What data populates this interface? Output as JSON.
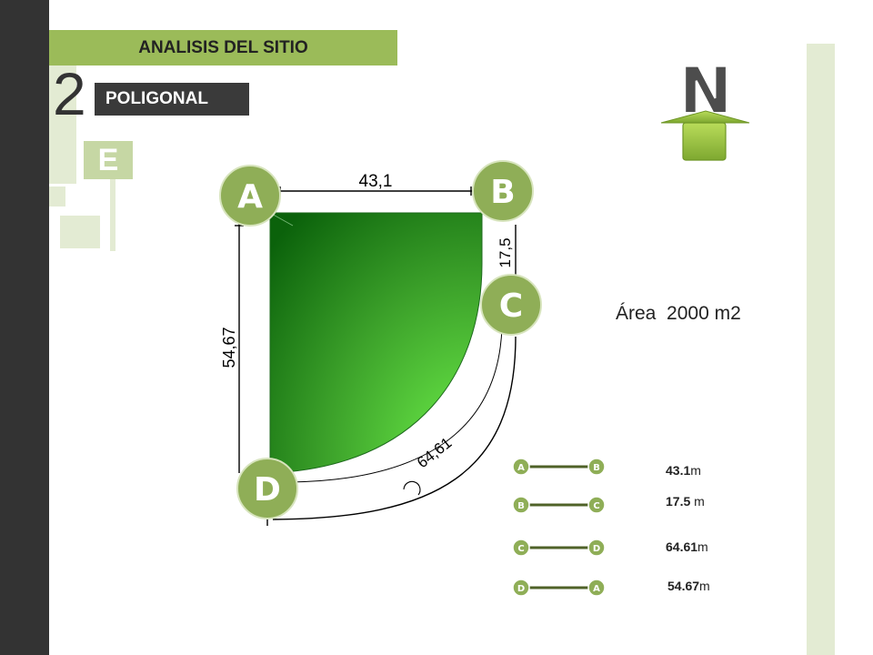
{
  "header": {
    "title": "ANALISIS DEL SITIO",
    "number": "2",
    "subtitle": "POLIGONAL"
  },
  "sidebar": {
    "letter": "E"
  },
  "compass": {
    "letter": "N",
    "icon": "north-arrow-icon"
  },
  "vertices": {
    "a": "A",
    "b": "B",
    "c": "C",
    "d": "D"
  },
  "dimensions": {
    "ab": "43,1",
    "bc": "17,5",
    "cd": "64,61",
    "da": "54,67"
  },
  "area": {
    "label": "Área  2000 m2"
  },
  "legend": [
    {
      "from": "A",
      "to": "B",
      "value": "43.1",
      "unit": "m"
    },
    {
      "from": "B",
      "to": "C",
      "value": "17.5",
      "unit": " m"
    },
    {
      "from": "C",
      "to": "D",
      "value": "64.61",
      "unit": "m"
    },
    {
      "from": "D",
      "to": "A",
      "value": "54.67",
      "unit": "m"
    }
  ],
  "colors": {
    "accent": "#9bbb59",
    "vertex": "#8fae57",
    "plot_dark": "#0d6b0d",
    "plot_light": "#6ef04a",
    "arrow": "#9bc23c"
  }
}
